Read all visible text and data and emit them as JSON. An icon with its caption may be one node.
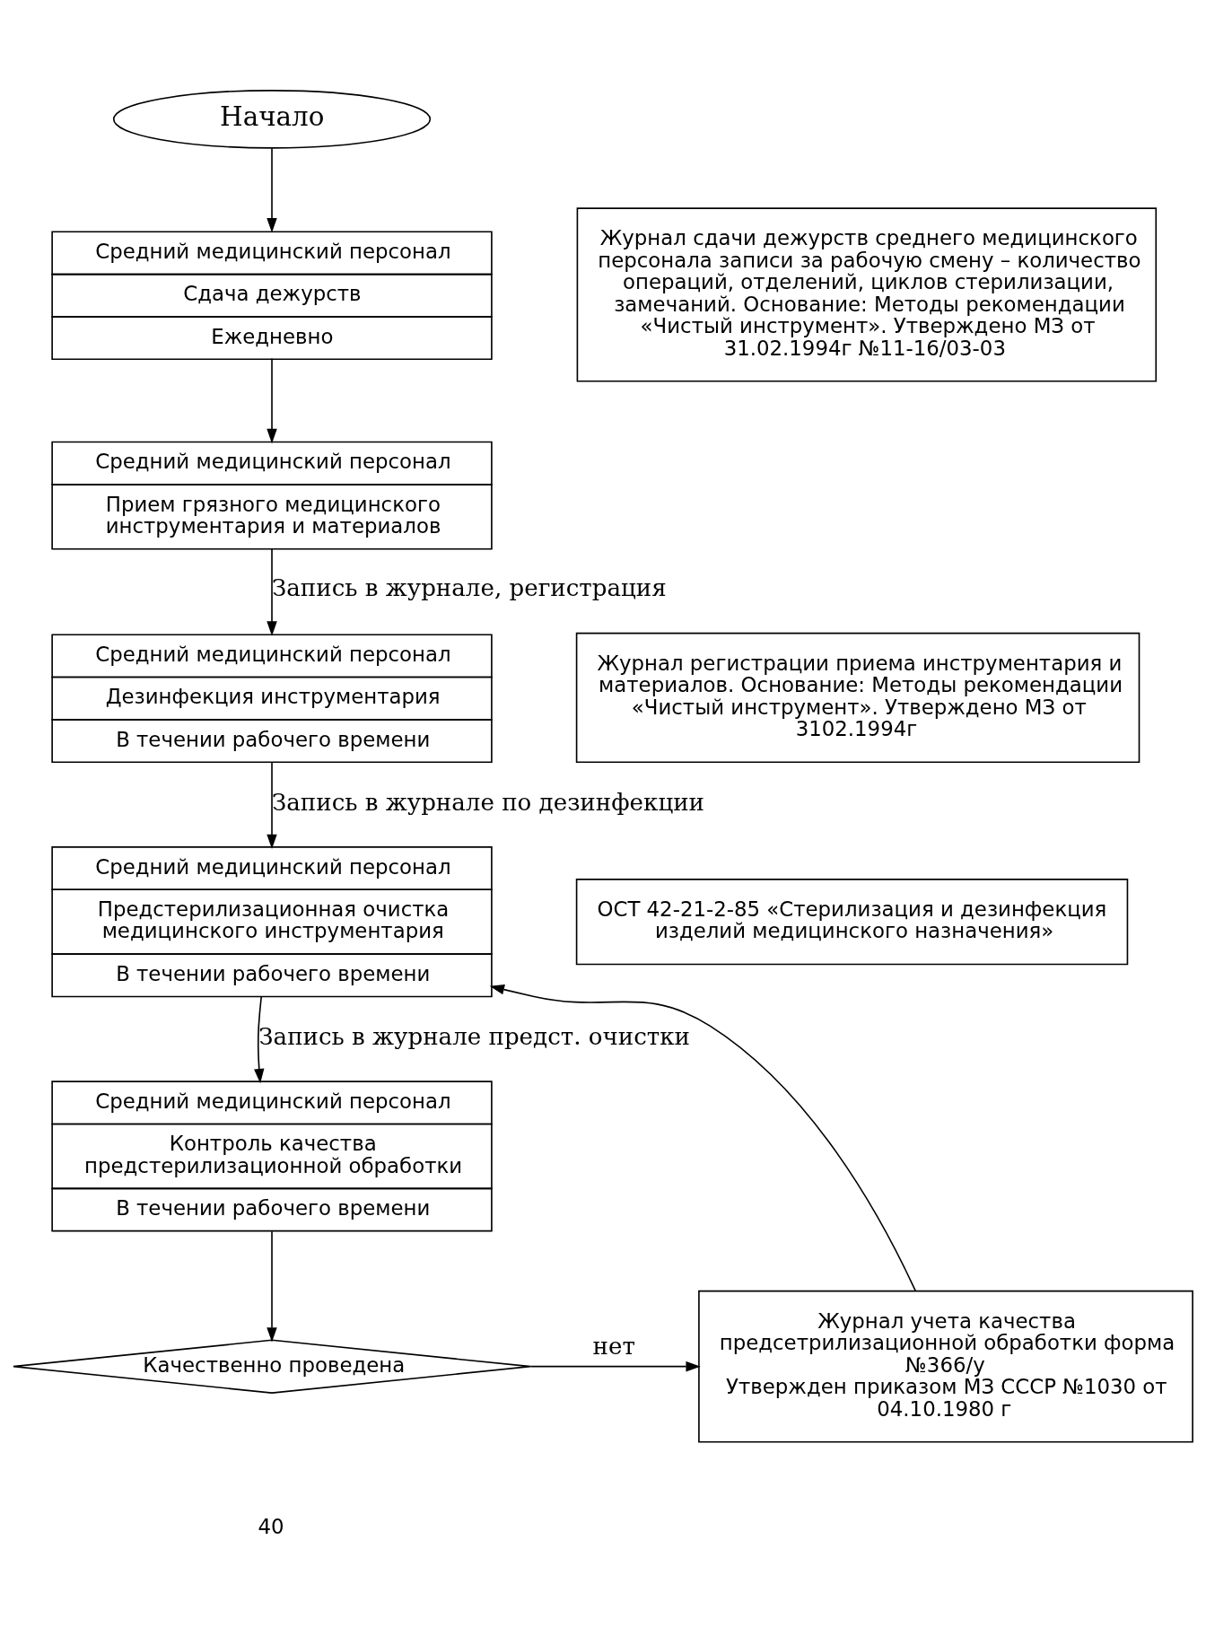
{
  "diagram": {
    "nodes": [
      {
        "text": [
          "Начало"
        ]
      },
      {
        "text": [
          "Средний медицинский персонал",
          "Сдача дежурств",
          "Ежедневно"
        ]
      },
      {
        "text": [
          "Средний медицинский персонал",
          "Прием грязного медицинского инструментария и материалов"
        ]
      },
      {
        "text": [
          "Средний медицинский персонал",
          "Дезинфекция инструментария",
          "В течении рабочего времени"
        ]
      },
      {
        "text": [
          "Средний медицинский персонал",
          "Предстерилизационная очистка медицинского инструментария",
          "В течении рабочего времени"
        ]
      },
      {
        "text": [
          "Средний медицинский персонал",
          "Контроль качества предстерилизационной обработки",
          "В течении рабочего времени"
        ]
      },
      {
        "text": [
          "Качественно проведена"
        ]
      },
      {
        "text": [
          "Журнал учета качества предсетрилизационной обработки форма №366/у",
          "Утвержден приказом МЗ СССР №1030 от 04.10.1980 г"
        ]
      },
      {
        "text": [
          "Журнал сдачи дежурств среднего медицинского персонала записи за рабочую смену – количество операций, отделений, циклов стерилизации, замечаний. Основание: Методы рекомендации «Чистый инструмент». Утверждено МЗ от 31.02.1994г №11-16/03-03"
        ]
      },
      {
        "text": [
          "Журнал регистрации приема инструментария и материалов. Основание: Методы рекомендации «Чистый инструмент». Утверждено МЗ от 3102.1994г"
        ]
      },
      {
        "text": [
          "ОСТ 42-21-2-85 «Стерилизация и дезинфекция изделий медицинского назначения»"
        ]
      }
    ],
    "edges": [
      {
        "from": 0,
        "to": 1,
        "arrow": "to"
      },
      {
        "from": 1,
        "to": 2,
        "arrow": "to"
      },
      {
        "from": 2,
        "to": 3,
        "arrow": "to",
        "label": "Запись в журнале, регистрация"
      },
      {
        "from": 3,
        "to": 4,
        "arrow": "to",
        "label": "Запись в журнале по дезинфекции"
      },
      {
        "from": 4,
        "to": 5,
        "arrow": "to",
        "label": "Запись в журнале предст. очистки"
      },
      {
        "from": 5,
        "to": 6,
        "arrow": "to"
      },
      {
        "from": 6,
        "to": 7,
        "arrow": "to",
        "label": "нет"
      },
      {
        "from": 7,
        "to": 4,
        "arrow": "to"
      }
    ],
    "labels": [
      "40"
    ]
  }
}
